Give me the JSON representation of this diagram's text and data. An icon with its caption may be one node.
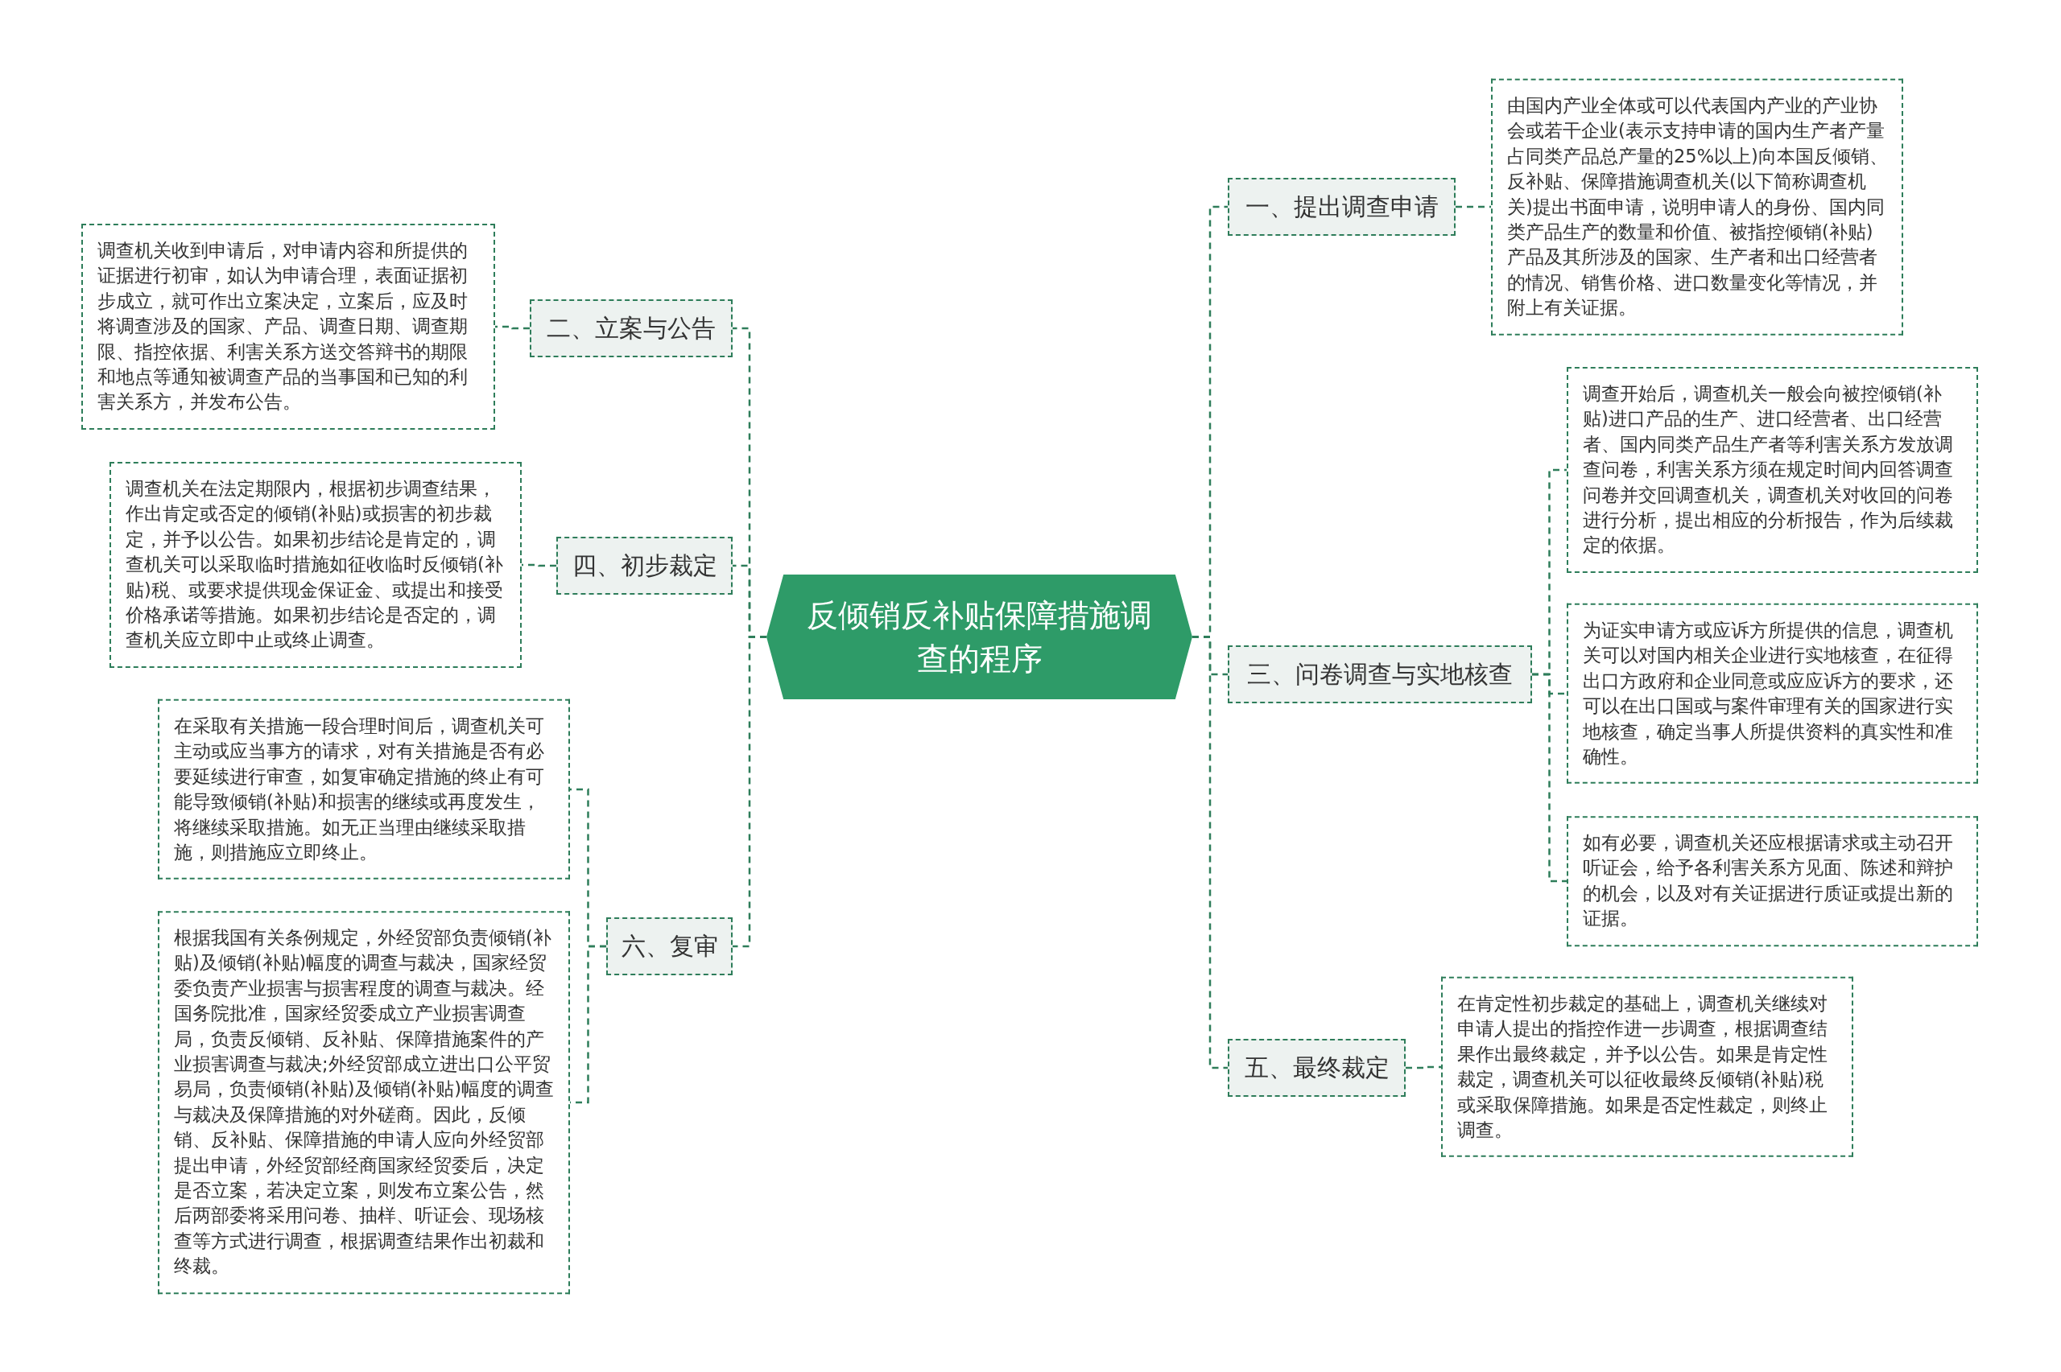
{
  "diagram": {
    "nodes": [
      {
        "text": [
          "反倾销反补贴保障措施调查的程序"
        ]
      },
      {
        "text": [
          "一、提出调查申请"
        ]
      },
      {
        "text": [
          "由国内产业全体或可以代表国内产业的产业协会或若干企业(表示支持申请的国内生产者产量占同类产品总产量的25%以上)向本国反倾销、反补贴、保障措施调查机关(以下简称调查机关)提出书面申请，说明申请人的身份、国内同类产品生产的数量和价值、被指控倾销(补贴)产品及其所涉及的国家、生产者和出口经营者的情况、销售价格、进口数量变化等情况，并附上有关证据。"
        ]
      },
      {
        "text": [
          "二、立案与公告"
        ]
      },
      {
        "text": [
          "调查机关收到申请后，对申请内容和所提供的证据进行初审，如认为申请合理，表面证据初步成立，就可作出立案决定，立案后，应及时将调查涉及的国家、产品、调查日期、调查期限、指控依据、利害关系方送交答辩书的期限和地点等通知被调查产品的当事国和已知的利害关系方，并发布公告。"
        ]
      },
      {
        "text": [
          "三、问卷调查与实地核查"
        ]
      },
      {
        "text": [
          "调查开始后，调查机关一般会向被控倾销(补贴)进口产品的生产、进口经营者、出口经营者、国内同类产品生产者等利害关系方发放调查问卷，利害关系方须在规定时间内回答调查问卷并交回调查机关，调查机关对收回的问卷进行分析，提出相应的分析报告，作为后续裁定的依据。"
        ]
      },
      {
        "text": [
          "为证实申请方或应诉方所提供的信息，调查机关可以对国内相关企业进行实地核查，在征得出口方政府和企业同意或应应诉方的要求，还可以在出口国或与案件审理有关的国家进行实地核查，确定当事人所提供资料的真实性和准确性。"
        ]
      },
      {
        "text": [
          "如有必要，调查机关还应根据请求或主动召开听证会，给予各利害关系方见面、陈述和辩护的机会，以及对有关证据进行质证或提出新的证据。"
        ]
      },
      {
        "text": [
          "四、初步裁定"
        ]
      },
      {
        "text": [
          "调查机关在法定期限内，根据初步调查结果，作出肯定或否定的倾销(补贴)或损害的初步裁定，并予以公告。如果初步结论是肯定的，调查机关可以采取临时措施如征收临时反倾销(补贴)税、或要求提供现金保证金、或提出和接受价格承诺等措施。如果初步结论是否定的，调查机关应立即中止或终止调查。"
        ]
      },
      {
        "text": [
          "五、最终裁定"
        ]
      },
      {
        "text": [
          "在肯定性初步裁定的基础上，调查机关继续对申请人提出的指控作进一步调查，根据调查结果作出最终裁定，并予以公告。如果是肯定性裁定，调查机关可以征收最终反倾销(补贴)税或采取保障措施。如果是否定性裁定，则终止调查。"
        ]
      },
      {
        "text": [
          "六、复审"
        ]
      },
      {
        "text": [
          "在采取有关措施一段合理时间后，调查机关可主动或应当事方的请求，对有关措施是否有必要延续进行审查，如复审确定措施的终止有可能导致倾销(补贴)和损害的继续或再度发生，将继续采取措施。如无正当理由继续采取措施，则措施应立即终止。"
        ]
      },
      {
        "text": [
          "根据我国有关条例规定，外经贸部负责倾销(补贴)及倾销(补贴)幅度的调查与裁决，国家经贸委负责产业损害与损害程度的调查与裁决。经国务院批准，国家经贸委成立产业损害调查局，负责反倾销、反补贴、保障措施案件的产业损害调查与裁决;外经贸部成立进出口公平贸易局，负责倾销(补贴)及倾销(补贴)幅度的调查与裁决及保障措施的对外磋商。因此，反倾销、反补贴、保障措施的申请人应向外经贸部提出申请，外经贸部经商国家经贸委后，决定是否立案，若决定立案，则发布立案公告，然后两部委将采用问卷、抽样、听证会、现场核查等方式进行调查，根据调查结果作出初裁和终裁。"
        ]
      }
    ],
    "edges": [
      {
        "from": 0,
        "to": 1,
        "arrow": "none"
      },
      {
        "from": 1,
        "to": 2,
        "arrow": "none"
      },
      {
        "from": 0,
        "to": 3,
        "arrow": "none"
      },
      {
        "from": 3,
        "to": 4,
        "arrow": "none"
      },
      {
        "from": 0,
        "to": 5,
        "arrow": "none"
      },
      {
        "from": 5,
        "to": 6,
        "arrow": "none"
      },
      {
        "from": 5,
        "to": 7,
        "arrow": "none"
      },
      {
        "from": 5,
        "to": 8,
        "arrow": "none"
      },
      {
        "from": 0,
        "to": 9,
        "arrow": "none"
      },
      {
        "from": 9,
        "to": 10,
        "arrow": "none"
      },
      {
        "from": 0,
        "to": 11,
        "arrow": "none"
      },
      {
        "from": 11,
        "to": 12,
        "arrow": "none"
      },
      {
        "from": 0,
        "to": 13,
        "arrow": "none"
      },
      {
        "from": 13,
        "to": 14,
        "arrow": "none"
      },
      {
        "from": 13,
        "to": 15,
        "arrow": "none"
      }
    ]
  }
}
